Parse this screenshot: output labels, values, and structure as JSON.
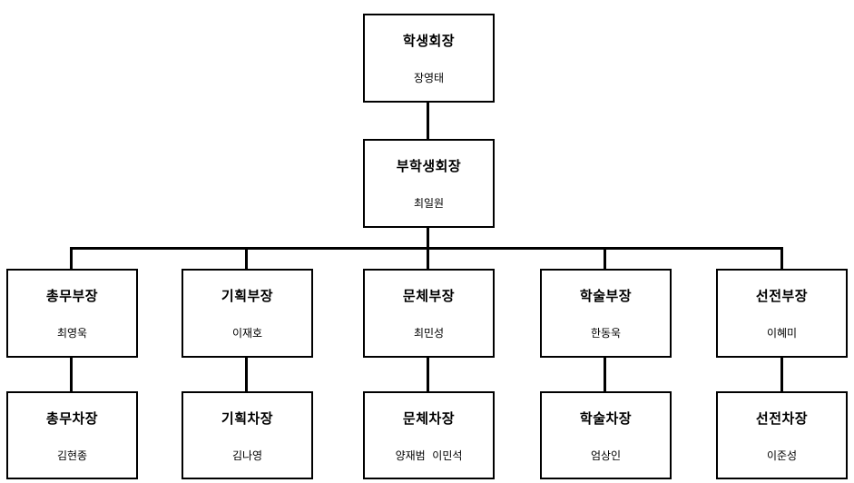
{
  "president": {
    "title": "학생회장",
    "name": "장영태"
  },
  "vice_president": {
    "title": "부학생회장",
    "name": "최일원"
  },
  "departments": [
    {
      "head_title": "총무부장",
      "head_name": "최영욱",
      "deputy_title": "총무차장",
      "deputy_name": "김현종"
    },
    {
      "head_title": "기획부장",
      "head_name": "이재호",
      "deputy_title": "기획차장",
      "deputy_name": "김나영"
    },
    {
      "head_title": "문체부장",
      "head_name": "최민성",
      "deputy_title": "문체차장",
      "deputy_name": "양재범  이민석"
    },
    {
      "head_title": "학술부장",
      "head_name": "한동욱",
      "deputy_title": "학술차장",
      "deputy_name": "엄상인"
    },
    {
      "head_title": "선전부장",
      "head_name": "이혜미",
      "deputy_title": "선전차장",
      "deputy_name": "이준성"
    }
  ]
}
